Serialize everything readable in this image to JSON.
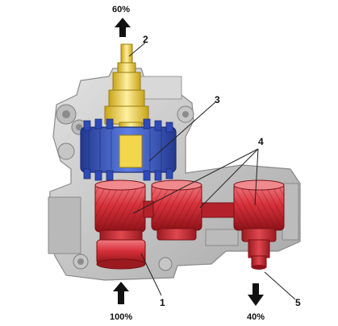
{
  "labels": {
    "top_output_pct": "60%",
    "bottom_input_pct": "100%",
    "bottom_output_pct": "40%",
    "callout_1": "1",
    "callout_2": "2",
    "callout_3": "3",
    "callout_4": "4",
    "callout_5": "5"
  },
  "colors": {
    "housing": "#c9c9c9",
    "housing_dark": "#9a9a9a",
    "shaft_yellow": "#f0d23a",
    "gear_blue": "#3f5fd0",
    "gear_red": "#d8313b",
    "arrow": "#111111"
  },
  "arrows": [
    {
      "name": "output-up",
      "direction": "up"
    },
    {
      "name": "input-up",
      "direction": "up"
    },
    {
      "name": "output-down",
      "direction": "down"
    }
  ]
}
